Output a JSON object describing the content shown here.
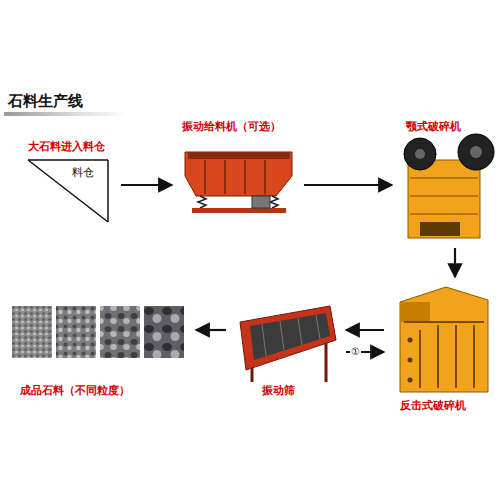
{
  "diagram": {
    "title": "石料生产线",
    "nodes": [
      {
        "text": [
          "大石料进入料仓",
          "料仓"
        ]
      },
      {
        "text": [
          "振动给料机（可选）"
        ]
      },
      {
        "text": [
          "颚式破碎机"
        ]
      },
      {
        "text": [
          "反击式破碎机"
        ]
      },
      {
        "text": [
          "振动筛"
        ]
      },
      {
        "text": [
          "成品石料（不同粒度）"
        ]
      }
    ],
    "edges": [
      {
        "from": 0,
        "to": 1,
        "arrow": "to"
      },
      {
        "from": 1,
        "to": 2,
        "arrow": "to"
      },
      {
        "from": 2,
        "to": 3,
        "arrow": "to"
      },
      {
        "from": 3,
        "to": 4,
        "arrow": "to"
      },
      {
        "from": 4,
        "to": 3,
        "arrow": "to",
        "label": "①"
      },
      {
        "from": 4,
        "to": 5,
        "arrow": "to"
      }
    ]
  }
}
